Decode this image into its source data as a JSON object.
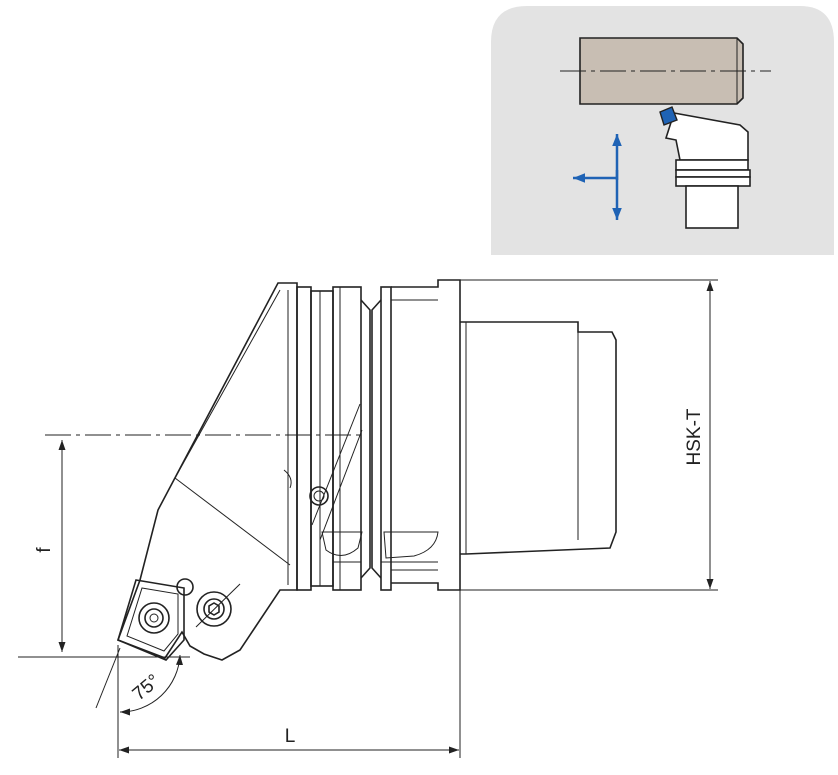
{
  "labels": {
    "f": "f",
    "L": "L",
    "hsk": "HSK-T",
    "angle": "75°"
  },
  "icons": [
    "operation-inset",
    "feed-direction-arrows",
    "hex-screw"
  ],
  "colors": {
    "inset_background": "#e3e3e3",
    "workpiece": "#c8beb3",
    "insert": "#1f63b5",
    "arrows": "#1f63b5",
    "lines": "#222222"
  }
}
